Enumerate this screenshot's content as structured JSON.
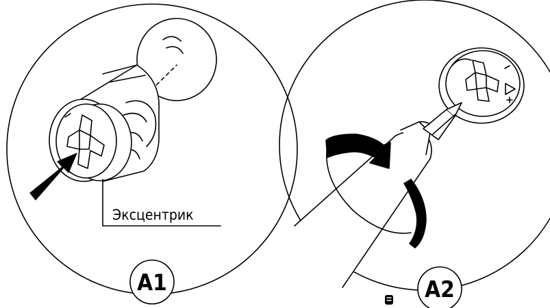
{
  "panels": [
    {
      "badge": "A1",
      "callout": "Эксцентрик"
    },
    {
      "badge": "A2"
    }
  ],
  "colors": {
    "line": "#000000",
    "background": "#ffffff"
  },
  "icons": [
    "press-arrow-icon",
    "rotate-arrow-icon",
    "small-logo-icon"
  ]
}
